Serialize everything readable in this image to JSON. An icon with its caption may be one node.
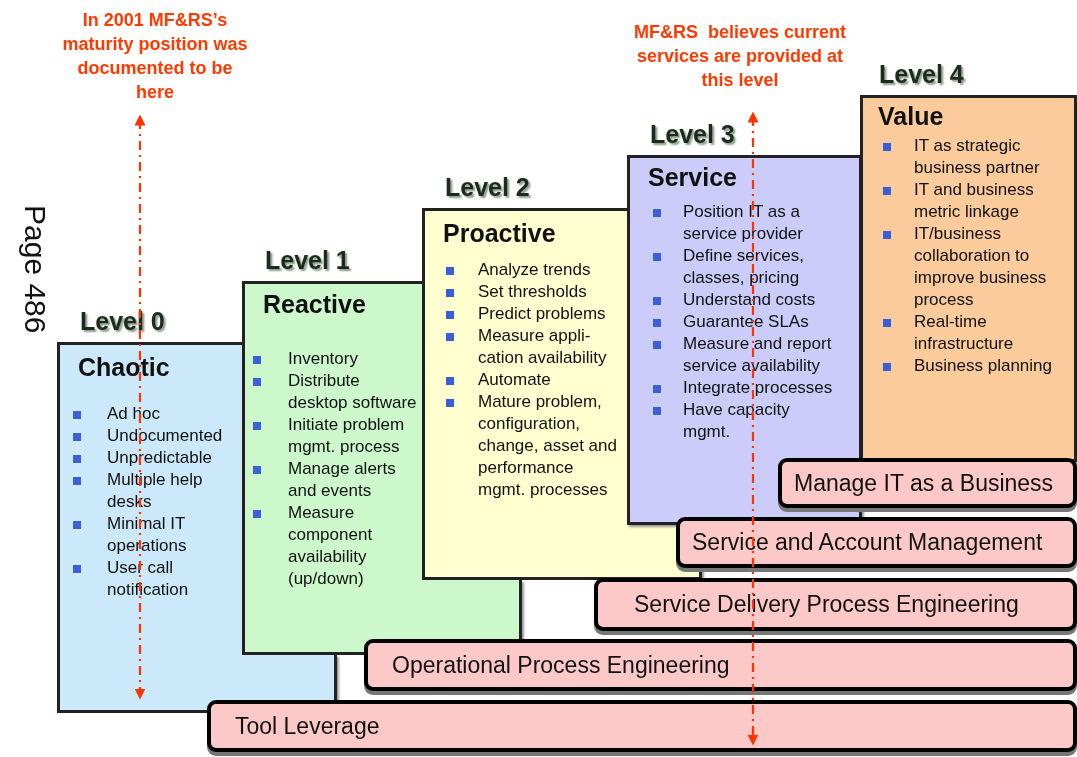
{
  "diagram": {
    "nodes": [
      {
        "text": [
          "Level 0",
          "Chaotic",
          "Ad hoc",
          "Undocumented",
          "Unpredictable",
          "Multiple help desks",
          "Minimal IT operations",
          "User call notification"
        ]
      },
      {
        "text": [
          "Level 1",
          "Reactive",
          "Inventory",
          "Distribute desktop software",
          "Initiate problem mgmt. process",
          "Manage alerts and events",
          "Measure component availability (up/down)"
        ]
      },
      {
        "text": [
          "Level 2",
          "Proactive",
          "Analyze trends",
          "Set thresholds",
          "Predict problems",
          "Measure appli-cation availability",
          "Automate",
          "Mature problem, configuration, change, asset and performance mgmt. processes"
        ]
      },
      {
        "text": [
          "Level 3",
          "Service",
          "Position IT as a service provider",
          "Define services, classes, pricing",
          "Understand costs",
          "Guarantee SLAs",
          "Measure and report service availability",
          "Integrate processes",
          "Have capacity mgmt."
        ]
      },
      {
        "text": [
          "Level 4",
          "Value",
          "IT as strategic business partner",
          "IT and business metric linkage",
          "IT/business collaboration to improve business process",
          "Real-time infrastructure",
          "Business planning"
        ]
      },
      {
        "text": [
          "Manage IT as a Business"
        ]
      },
      {
        "text": [
          "Service and Account Management"
        ]
      },
      {
        "text": [
          "Service Delivery Process Engineering"
        ]
      },
      {
        "text": [
          "Operational Process Engineering"
        ]
      },
      {
        "text": [
          "Tool Leverage"
        ]
      }
    ],
    "labels": [
      "In 2001 MF&RS’s maturity position was documented to be here",
      "MF&RS  believes current services are provided at this level",
      "Page 486"
    ]
  }
}
